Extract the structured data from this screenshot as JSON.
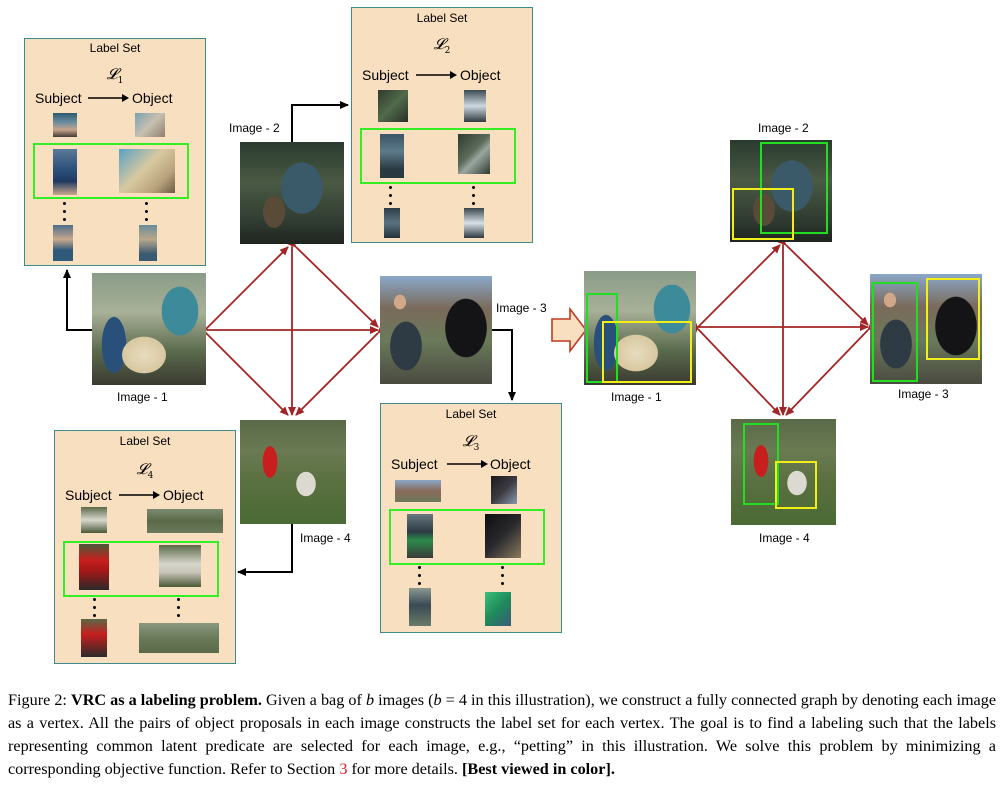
{
  "figure": {
    "label_set_title": "Label Set",
    "subject_label": "Subject",
    "object_label": "Object",
    "label_sets": [
      {
        "symbol": "L",
        "index": "1"
      },
      {
        "symbol": "L",
        "index": "2"
      },
      {
        "symbol": "L",
        "index": "3"
      },
      {
        "symbol": "L",
        "index": "4"
      }
    ],
    "image_labels": {
      "left_1": "Image - 1",
      "left_2": "Image - 2",
      "left_3": "Image - 3",
      "left_4": "Image - 4",
      "right_1": "Image - 1",
      "right_2": "Image - 2",
      "right_3": "Image - 3",
      "right_4": "Image - 4"
    },
    "colors": {
      "label_set_bg": "#f8dfbf",
      "label_set_border": "#3f8a8a",
      "graph_edge": "#a32424",
      "selected_box": "#33ee22",
      "subject_box": "#22dd22",
      "object_box": "#f2ee1a",
      "process_arrow": "#f8dfbf"
    }
  },
  "caption": {
    "figure_no": "Figure 2:",
    "title": "VRC as a labeling problem.",
    "p1": "Given a bag of",
    "var_b": "b",
    "p2": "images (",
    "eq": "b",
    "eq2": "= 4",
    "p3": "in this illustration), we construct a fully connected graph by denoting each image as a vertex. All the pairs of object proposals in each image constructs the label set for each vertex. The goal is to find a labeling such that the labels representing common latent predicate are selected for each image, e.g., “petting” in this illustration. We solve this problem by minimizing a corresponding objective function. Refer to Section",
    "section_ref": "3",
    "p4": "for more details.",
    "note": "[Best viewed in color]."
  }
}
